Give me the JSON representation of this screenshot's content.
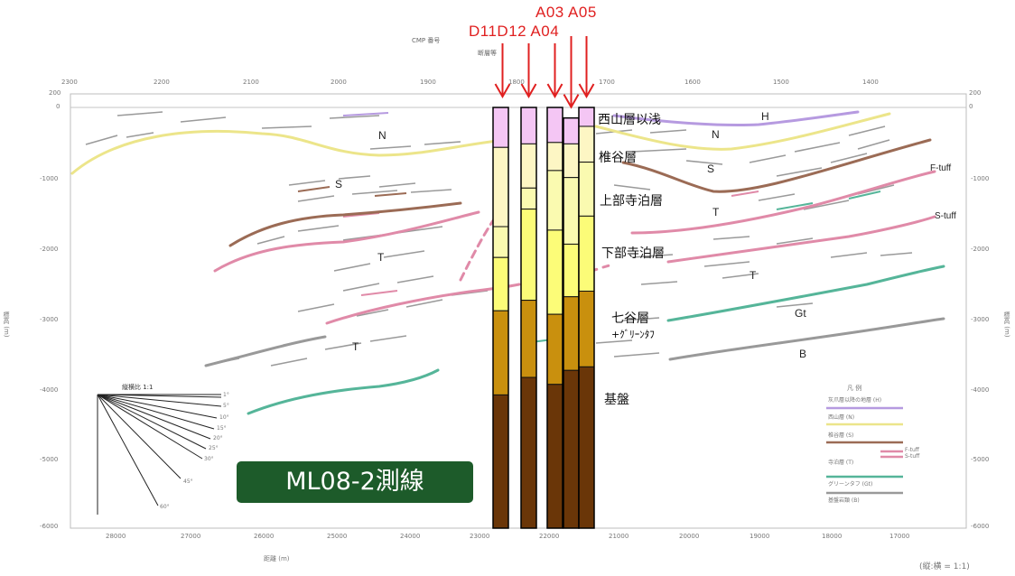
{
  "colors": {
    "nishiyama": "#f4c6f4",
    "shiiya": "#fdf6c4",
    "kamidera": "#fafab0",
    "shimodera": "#fcfc78",
    "nanatani": "#c9900e",
    "basement": "#6a3608",
    "arrow": "#e02020",
    "title_bg": "#1d5b2a",
    "h_line": "#b69ae0",
    "n_line": "#ece58a",
    "s_line": "#9b6b55",
    "t_line": "#e08aa8",
    "gt_line": "#55b599",
    "b_line": "#999999"
  },
  "wells": [
    {
      "id": "D11",
      "tops": [
        0,
        570,
        1700,
        2140,
        2900,
        4100
      ]
    },
    {
      "id": "D12",
      "tops": [
        0,
        520,
        1150,
        1450,
        2750,
        3850
      ]
    },
    {
      "id": "A03",
      "tops": [
        0,
        500,
        900,
        1750,
        2950,
        3950
      ]
    },
    {
      "id": "A04",
      "tops": [
        150,
        520,
        1000,
        1950,
        2700,
        3750
      ]
    },
    {
      "id": "A05",
      "tops": [
        0,
        270,
        780,
        1550,
        2620,
        3700
      ]
    }
  ],
  "well_labels": {
    "row1": "A03 A05",
    "row2": "D11D12 A04"
  },
  "formations": [
    "西山層以浅",
    "椎谷層",
    "上部寺泊層",
    "下部寺泊層",
    "七谷層",
    "+ｸﾞﾘｰﾝﾀﾌ",
    "基盤"
  ],
  "symbols": {
    "H": "H",
    "N1": "N",
    "N2": "N",
    "S1": "S",
    "S2": "S",
    "T1": "T",
    "T2": "T",
    "T3": "T",
    "T4": "T",
    "Gt": "Gt",
    "B": "B",
    "ftuff": "F-tuff",
    "stuff": "S-tuff"
  },
  "line_title": "ML08-2測線",
  "header": {
    "cmp": "CMP 番号",
    "fault": "断層等"
  },
  "top_axis": [
    "2300",
    "2200",
    "2100",
    "2000",
    "1900",
    "1800",
    "1700",
    "1600",
    "1500",
    "1400"
  ],
  "depth_axis": [
    "200",
    "0",
    "-1000",
    "-2000",
    "-3000",
    "-4000",
    "-5000",
    "-6000"
  ],
  "bottom_axis": [
    "28000",
    "27000",
    "26000",
    "25000",
    "24000",
    "23000",
    "22000",
    "21000",
    "20000",
    "19000",
    "18000",
    "17000"
  ],
  "bottom_axis_title": "距離 (m)",
  "depth_axis_title": "標高 (m)",
  "scale_note": "(縦:横 = 1:1)",
  "dip_scale": {
    "title": "縦横比 1:1",
    "angles": [
      "1°",
      "5°",
      "10°",
      "15°",
      "20°",
      "25°",
      "30°",
      "45°",
      "60°"
    ]
  },
  "legend": {
    "title": "凡 例",
    "items": [
      "灰爪層以降の地層 (H)",
      "西山層 (N)",
      "椎谷層 (S)",
      "F-tuff",
      "S-tuff",
      "寺泊層 (T)",
      "グリーンタフ (Gt)",
      "基盤岩類 (B)"
    ]
  }
}
